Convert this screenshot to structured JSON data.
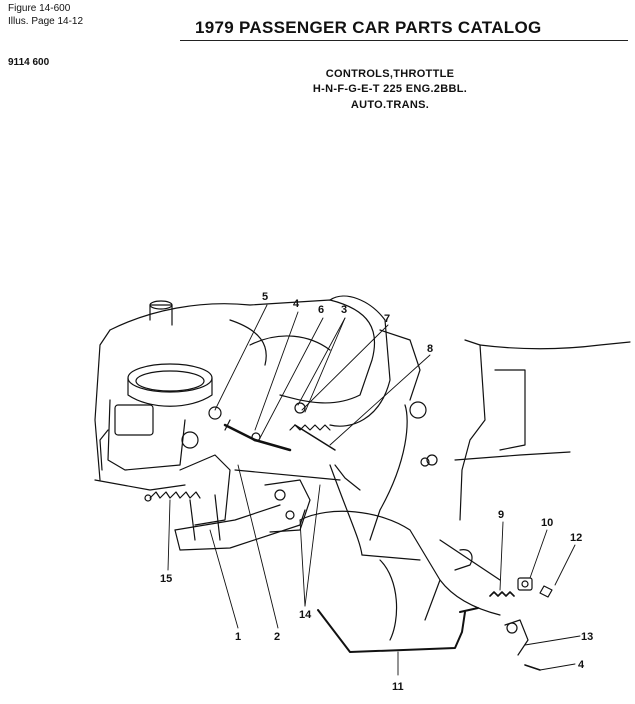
{
  "header": {
    "figure": "Figure 14-600",
    "illus_page": "Illus. Page 14-12",
    "catalog_title": "1979 PASSENGER CAR PARTS CATALOG",
    "part_group": "9114 600"
  },
  "subtitle": {
    "line1": "CONTROLS,THROTTLE",
    "line2": "H-N-F-G-E-T 225 ENG.2BBL.",
    "line3": "AUTO.TRANS."
  },
  "callouts": {
    "c1": "1",
    "c2": "2",
    "c3": "3",
    "c4a": "4",
    "c4b": "4",
    "c5": "5",
    "c6": "6",
    "c7": "7",
    "c8": "8",
    "c9": "9",
    "c10": "10",
    "c11": "11",
    "c12": "12",
    "c13": "13",
    "c14": "14",
    "c15": "15"
  },
  "colors": {
    "ink": "#111111",
    "paper": "#ffffff"
  }
}
